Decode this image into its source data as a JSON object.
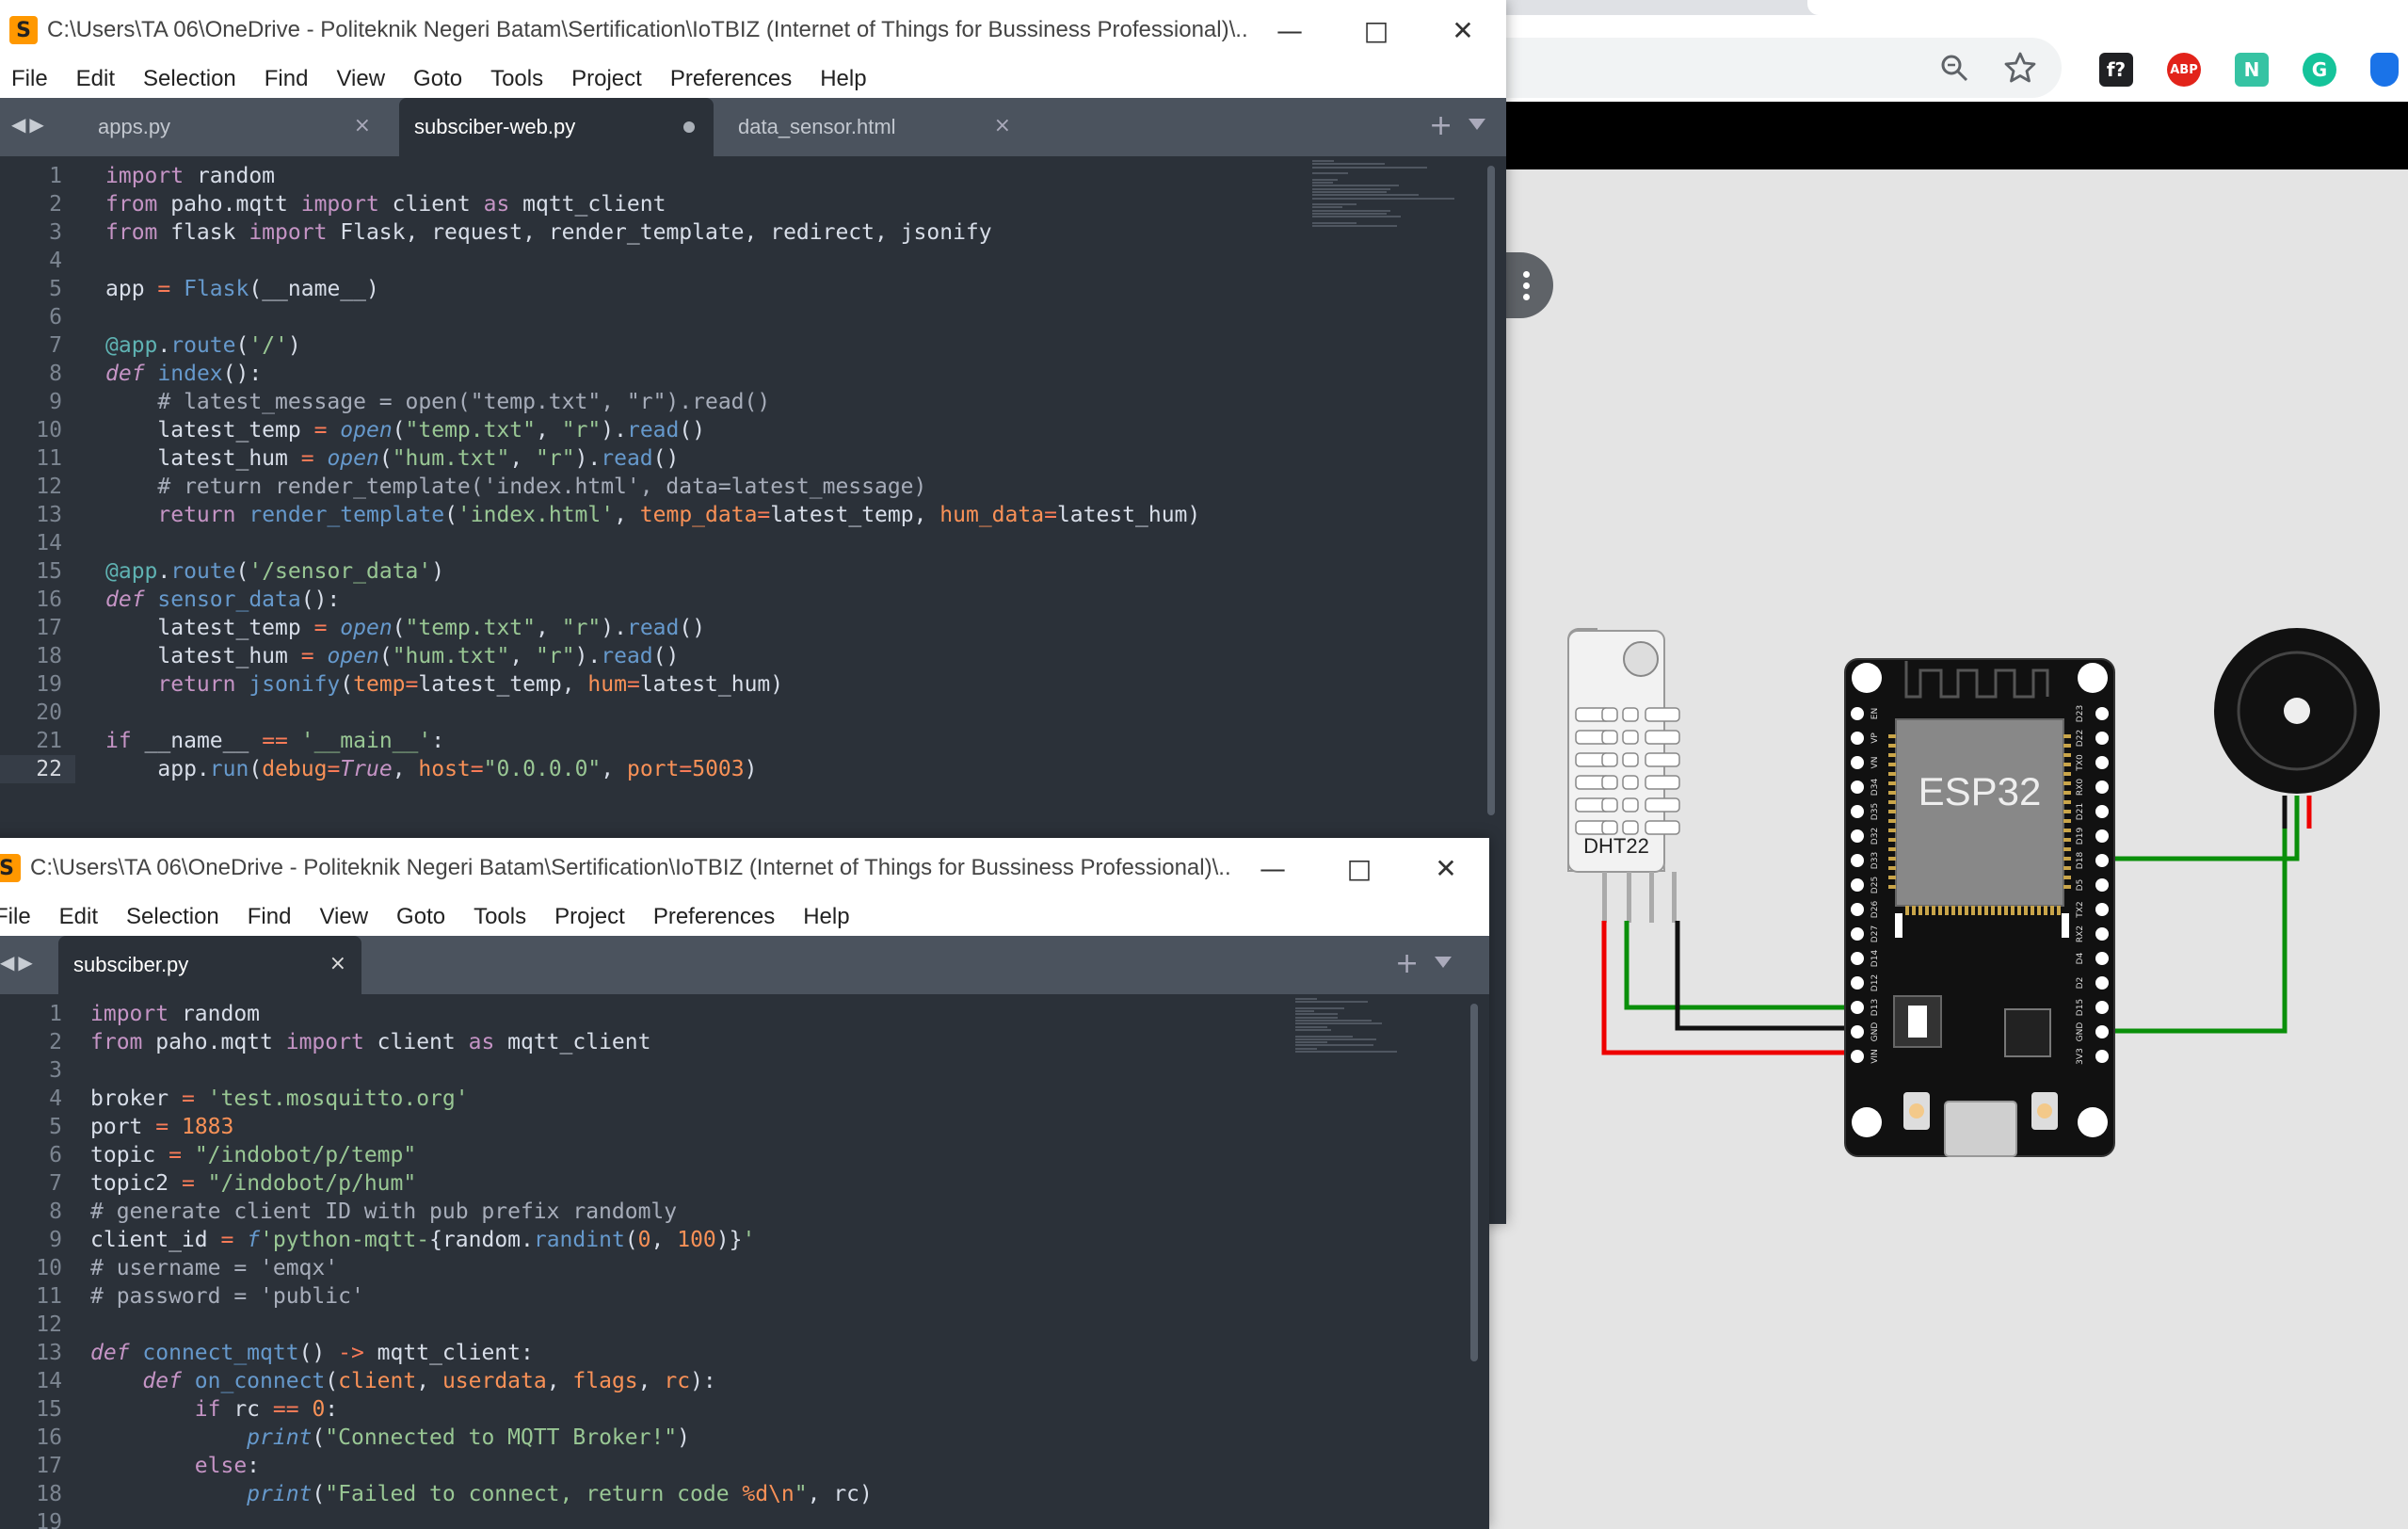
{
  "browser": {
    "extensions": [
      {
        "name": "f?",
        "icon": "formula-extension-icon",
        "color": "#202124"
      },
      {
        "name": "ABP",
        "icon": "adblock-plus-icon",
        "color": "#e2231a"
      },
      {
        "name": "N",
        "icon": "notion-like-extension-icon",
        "color": "#36c3a3"
      },
      {
        "name": "G",
        "icon": "grammarly-icon",
        "color": "#15c39a"
      },
      {
        "name": "",
        "icon": "shield-extension-icon",
        "color": "#1a73e8"
      }
    ]
  },
  "simulation": {
    "sensor_label": "DHT22",
    "board_label": "ESP32",
    "left_pins": [
      "EN",
      "VP",
      "VN",
      "D34",
      "D35",
      "D32",
      "D33",
      "D25",
      "D26",
      "D27",
      "D14",
      "D12",
      "D13",
      "GND",
      "VIN"
    ],
    "right_pins": [
      "D23",
      "D22",
      "TX0",
      "RX0",
      "D21",
      "D19",
      "D18",
      "D5",
      "TX2",
      "RX2",
      "D4",
      "D2",
      "D15",
      "GND",
      "3V3"
    ]
  },
  "window1": {
    "title": "C:\\Users\\TA 06\\OneDrive - Politeknik Negeri Batam\\Sertification\\IoTBIZ (Internet of Things for Bussiness Professional)\\...",
    "menu": [
      "File",
      "Edit",
      "Selection",
      "Find",
      "View",
      "Goto",
      "Tools",
      "Project",
      "Preferences",
      "Help"
    ],
    "tabs": [
      "apps.py",
      "subsciber-web.py",
      "data_sensor.html"
    ],
    "current_line": 22,
    "lines": [
      [
        [
          "k",
          "import"
        ],
        [
          "t",
          " random"
        ]
      ],
      [
        [
          "k",
          "from"
        ],
        [
          "t",
          " paho.mqtt "
        ],
        [
          "k",
          "import"
        ],
        [
          "t",
          " client "
        ],
        [
          "k",
          "as"
        ],
        [
          "t",
          " mqtt_client"
        ]
      ],
      [
        [
          "k",
          "from"
        ],
        [
          "t",
          " flask "
        ],
        [
          "k",
          "import"
        ],
        [
          "t",
          " Flask, request, render_template, redirect, jsonify"
        ]
      ],
      [],
      [
        [
          "t",
          "app "
        ],
        [
          "o",
          "="
        ],
        [
          "t",
          " "
        ],
        [
          "f",
          "Flask"
        ],
        [
          "t",
          "(__name__)"
        ]
      ],
      [],
      [
        [
          "p",
          "@app"
        ],
        [
          "t",
          "."
        ],
        [
          "f",
          "route"
        ],
        [
          "t",
          "("
        ],
        [
          "s",
          "'/'"
        ],
        [
          "t",
          ")"
        ]
      ],
      [
        [
          "ik",
          "def"
        ],
        [
          "t",
          " "
        ],
        [
          "f",
          "index"
        ],
        [
          "t",
          "():"
        ]
      ],
      [
        [
          "t",
          "    "
        ],
        [
          "c",
          "# latest_message = open(\"temp.txt\", \"r\").read()"
        ]
      ],
      [
        [
          "t",
          "    latest_temp "
        ],
        [
          "o",
          "="
        ],
        [
          "t",
          " "
        ],
        [
          "i",
          "open"
        ],
        [
          "t",
          "("
        ],
        [
          "s",
          "\"temp.txt\""
        ],
        [
          "t",
          ", "
        ],
        [
          "s",
          "\"r\""
        ],
        [
          "t",
          ")."
        ],
        [
          "f",
          "read"
        ],
        [
          "t",
          "()"
        ]
      ],
      [
        [
          "t",
          "    latest_hum "
        ],
        [
          "o",
          "="
        ],
        [
          "t",
          " "
        ],
        [
          "i",
          "open"
        ],
        [
          "t",
          "("
        ],
        [
          "s",
          "\"hum.txt\""
        ],
        [
          "t",
          ", "
        ],
        [
          "s",
          "\"r\""
        ],
        [
          "t",
          ")."
        ],
        [
          "f",
          "read"
        ],
        [
          "t",
          "()"
        ]
      ],
      [
        [
          "t",
          "    "
        ],
        [
          "c",
          "# return render_template('index.html', data=latest_message)"
        ]
      ],
      [
        [
          "t",
          "    "
        ],
        [
          "k",
          "return"
        ],
        [
          "t",
          " "
        ],
        [
          "f",
          "render_template"
        ],
        [
          "t",
          "("
        ],
        [
          "s",
          "'index.html'"
        ],
        [
          "t",
          ", "
        ],
        [
          "n",
          "temp_data"
        ],
        [
          "o",
          "="
        ],
        [
          "t",
          "latest_temp, "
        ],
        [
          "n",
          "hum_data"
        ],
        [
          "o",
          "="
        ],
        [
          "t",
          "latest_hum)"
        ]
      ],
      [],
      [
        [
          "p",
          "@app"
        ],
        [
          "t",
          "."
        ],
        [
          "f",
          "route"
        ],
        [
          "t",
          "("
        ],
        [
          "s",
          "'/sensor_data'"
        ],
        [
          "t",
          ")"
        ]
      ],
      [
        [
          "ik",
          "def"
        ],
        [
          "t",
          " "
        ],
        [
          "f",
          "sensor_data"
        ],
        [
          "t",
          "():"
        ]
      ],
      [
        [
          "t",
          "    latest_temp "
        ],
        [
          "o",
          "="
        ],
        [
          "t",
          " "
        ],
        [
          "i",
          "open"
        ],
        [
          "t",
          "("
        ],
        [
          "s",
          "\"temp.txt\""
        ],
        [
          "t",
          ", "
        ],
        [
          "s",
          "\"r\""
        ],
        [
          "t",
          ")."
        ],
        [
          "f",
          "read"
        ],
        [
          "t",
          "()"
        ]
      ],
      [
        [
          "t",
          "    latest_hum "
        ],
        [
          "o",
          "="
        ],
        [
          "t",
          " "
        ],
        [
          "i",
          "open"
        ],
        [
          "t",
          "("
        ],
        [
          "s",
          "\"hum.txt\""
        ],
        [
          "t",
          ", "
        ],
        [
          "s",
          "\"r\""
        ],
        [
          "t",
          ")."
        ],
        [
          "f",
          "read"
        ],
        [
          "t",
          "()"
        ]
      ],
      [
        [
          "t",
          "    "
        ],
        [
          "k",
          "return"
        ],
        [
          "t",
          " "
        ],
        [
          "f",
          "jsonify"
        ],
        [
          "t",
          "("
        ],
        [
          "n",
          "temp"
        ],
        [
          "o",
          "="
        ],
        [
          "t",
          "latest_temp, "
        ],
        [
          "n",
          "hum"
        ],
        [
          "o",
          "="
        ],
        [
          "t",
          "latest_hum)"
        ]
      ],
      [],
      [
        [
          "k",
          "if"
        ],
        [
          "t",
          " __name__ "
        ],
        [
          "o",
          "=="
        ],
        [
          "t",
          " "
        ],
        [
          "s",
          "'__main__'"
        ],
        [
          "t",
          ":"
        ]
      ],
      [
        [
          "t",
          "    app."
        ],
        [
          "f",
          "run"
        ],
        [
          "t",
          "("
        ],
        [
          "n",
          "debug"
        ],
        [
          "o",
          "="
        ],
        [
          "ik",
          "True"
        ],
        [
          "t",
          ", "
        ],
        [
          "n",
          "host"
        ],
        [
          "o",
          "="
        ],
        [
          "s",
          "\"0.0.0.0\""
        ],
        [
          "t",
          ", "
        ],
        [
          "n",
          "port"
        ],
        [
          "o",
          "="
        ],
        [
          "n",
          "5003"
        ],
        [
          "t",
          ")"
        ]
      ]
    ]
  },
  "window2": {
    "title": "C:\\Users\\TA 06\\OneDrive - Politeknik Negeri Batam\\Sertification\\IoTBIZ (Internet of Things for Bussiness Professional)\\...",
    "menu": [
      "File",
      "Edit",
      "Selection",
      "Find",
      "View",
      "Goto",
      "Tools",
      "Project",
      "Preferences",
      "Help"
    ],
    "tabs": [
      "subsciber.py"
    ],
    "lines": [
      [
        [
          "k",
          "import"
        ],
        [
          "t",
          " random"
        ]
      ],
      [
        [
          "k",
          "from"
        ],
        [
          "t",
          " paho.mqtt "
        ],
        [
          "k",
          "import"
        ],
        [
          "t",
          " client "
        ],
        [
          "k",
          "as"
        ],
        [
          "t",
          " mqtt_client"
        ]
      ],
      [],
      [
        [
          "t",
          "broker "
        ],
        [
          "o",
          "="
        ],
        [
          "t",
          " "
        ],
        [
          "s",
          "'test.mosquitto.org'"
        ]
      ],
      [
        [
          "t",
          "port "
        ],
        [
          "o",
          "="
        ],
        [
          "t",
          " "
        ],
        [
          "n",
          "1883"
        ]
      ],
      [
        [
          "t",
          "topic "
        ],
        [
          "o",
          "="
        ],
        [
          "t",
          " "
        ],
        [
          "s",
          "\"/indobot/p/temp\""
        ]
      ],
      [
        [
          "t",
          "topic2 "
        ],
        [
          "o",
          "="
        ],
        [
          "t",
          " "
        ],
        [
          "s",
          "\"/indobot/p/hum\""
        ]
      ],
      [
        [
          "c",
          "# generate client ID with pub prefix randomly"
        ]
      ],
      [
        [
          "t",
          "client_id "
        ],
        [
          "o",
          "="
        ],
        [
          "t",
          " "
        ],
        [
          "i",
          "f"
        ],
        [
          "s",
          "'python-mqtt-"
        ],
        [
          "t",
          "{random."
        ],
        [
          "f",
          "randint"
        ],
        [
          "t",
          "("
        ],
        [
          "n",
          "0"
        ],
        [
          "t",
          ", "
        ],
        [
          "n",
          "100"
        ],
        [
          "t",
          ")}"
        ],
        [
          "s",
          "'"
        ]
      ],
      [
        [
          "c",
          "# username = 'emqx'"
        ]
      ],
      [
        [
          "c",
          "# password = 'public'"
        ]
      ],
      [],
      [
        [
          "ik",
          "def"
        ],
        [
          "t",
          " "
        ],
        [
          "f",
          "connect_mqtt"
        ],
        [
          "t",
          "() "
        ],
        [
          "o",
          "->"
        ],
        [
          "t",
          " mqtt_client:"
        ]
      ],
      [
        [
          "t",
          "    "
        ],
        [
          "ik",
          "def"
        ],
        [
          "t",
          " "
        ],
        [
          "f",
          "on_connect"
        ],
        [
          "t",
          "("
        ],
        [
          "n",
          "client"
        ],
        [
          "t",
          ", "
        ],
        [
          "n",
          "userdata"
        ],
        [
          "t",
          ", "
        ],
        [
          "n",
          "flags"
        ],
        [
          "t",
          ", "
        ],
        [
          "n",
          "rc"
        ],
        [
          "t",
          "):"
        ]
      ],
      [
        [
          "t",
          "        "
        ],
        [
          "k",
          "if"
        ],
        [
          "t",
          " rc "
        ],
        [
          "o",
          "=="
        ],
        [
          "t",
          " "
        ],
        [
          "n",
          "0"
        ],
        [
          "t",
          ":"
        ]
      ],
      [
        [
          "t",
          "            "
        ],
        [
          "i",
          "print"
        ],
        [
          "t",
          "("
        ],
        [
          "s",
          "\"Connected to MQTT Broker!\""
        ],
        [
          "t",
          ")"
        ]
      ],
      [
        [
          "t",
          "        "
        ],
        [
          "k",
          "else"
        ],
        [
          "t",
          ":"
        ]
      ],
      [
        [
          "t",
          "            "
        ],
        [
          "i",
          "print"
        ],
        [
          "t",
          "("
        ],
        [
          "s",
          "\"Failed to connect, return code "
        ],
        [
          "n",
          "%d\\n"
        ],
        [
          "s",
          "\""
        ],
        [
          "t",
          ", rc)"
        ]
      ],
      []
    ]
  }
}
